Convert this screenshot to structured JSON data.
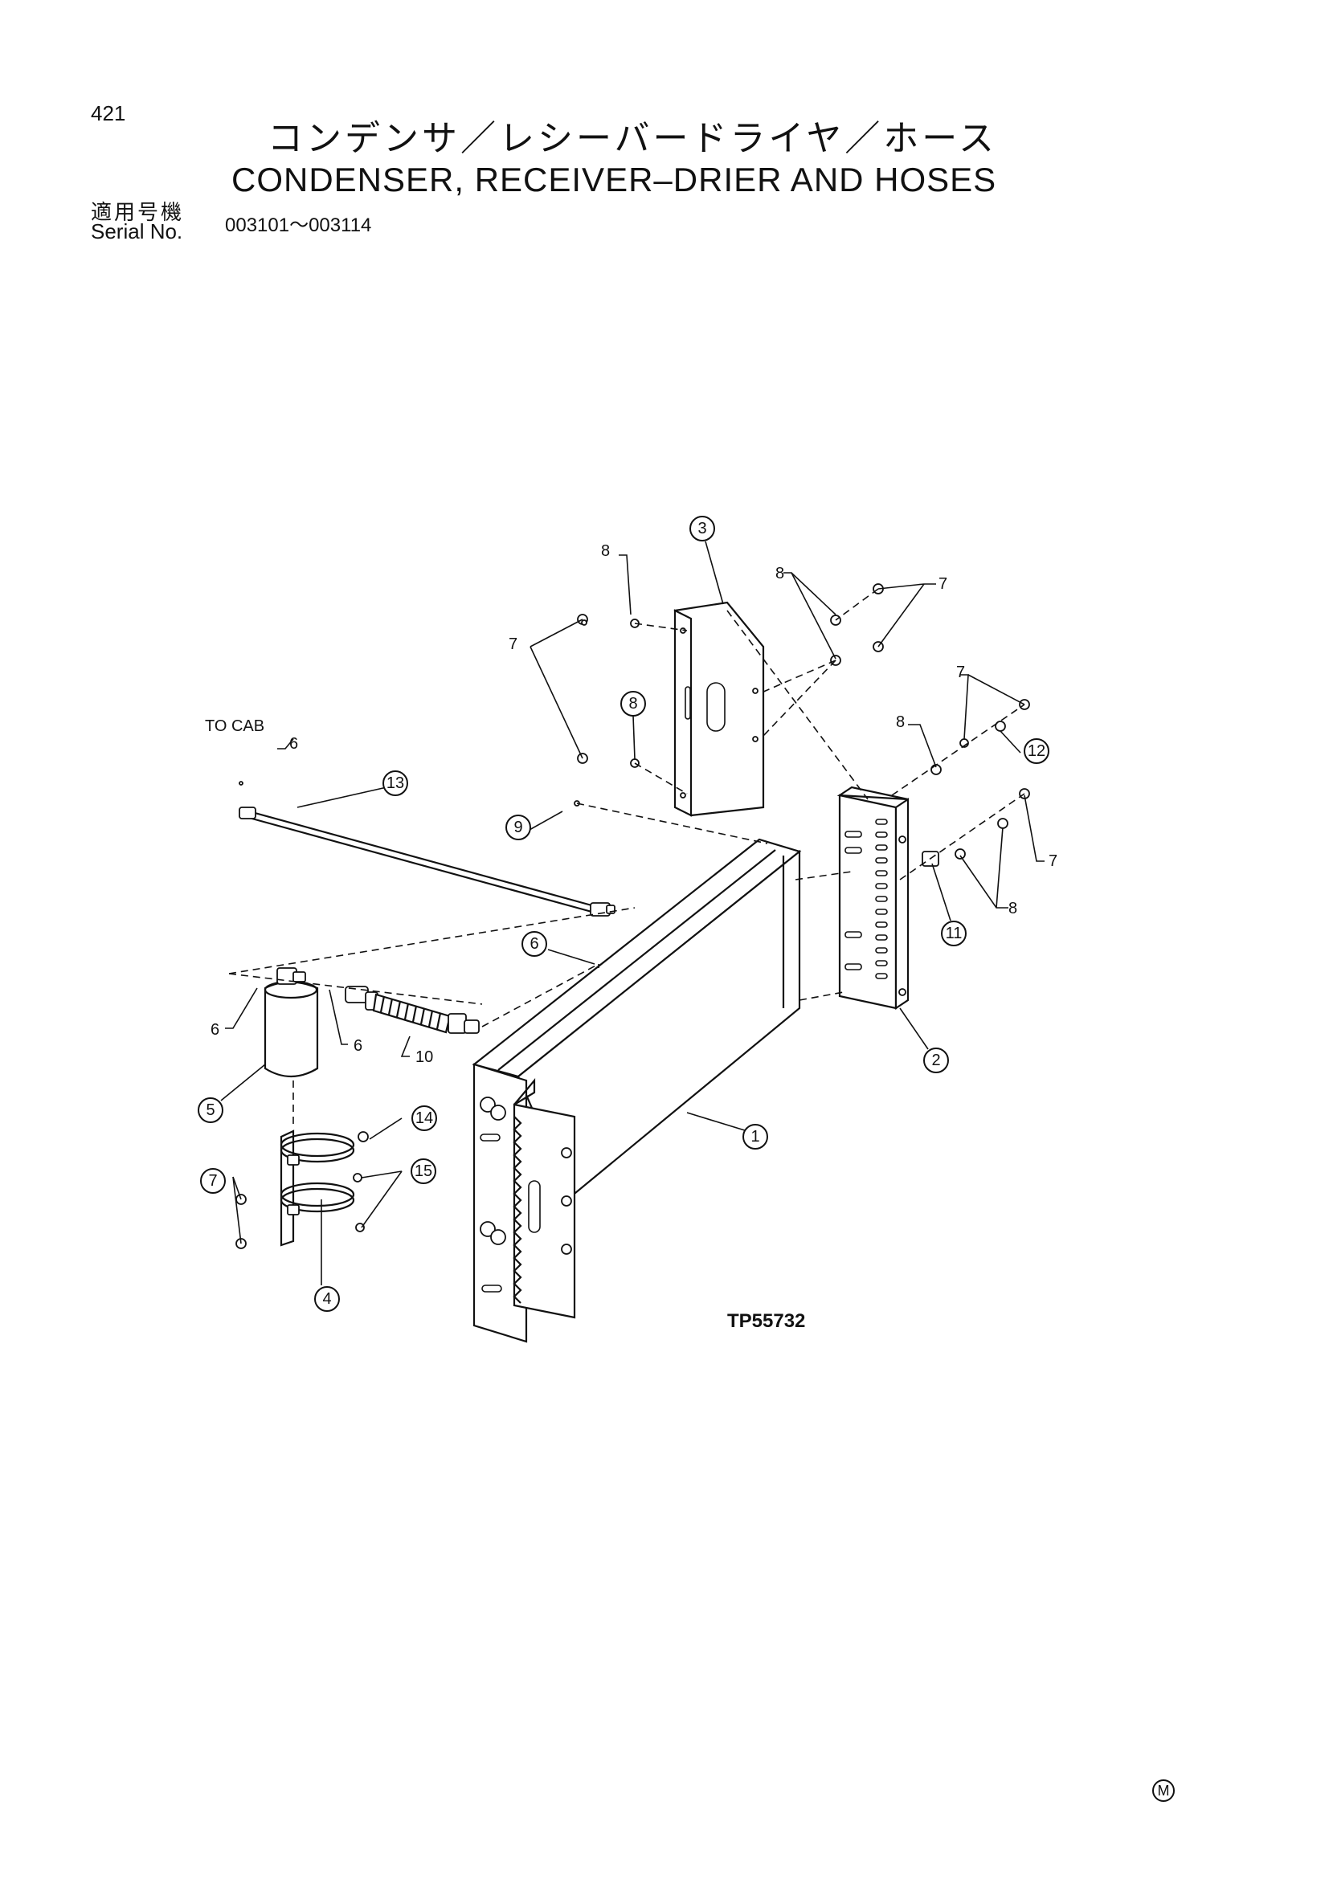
{
  "header": {
    "page_number": "421",
    "title_ja": "コンデンサ／レシーバードライヤ／ホース",
    "title_en": "CONDENSER, RECEIVER–DRIER AND HOSES",
    "serial_label_ja": "適用号機",
    "serial_label_en": "Serial No.",
    "serial_range": "003101～003114"
  },
  "diagram": {
    "callouts": {
      "c1": "1",
      "c2": "2",
      "c3": "3",
      "c4": "4",
      "c5": "5",
      "c6": "6",
      "c7": "7",
      "c8": "8",
      "c9": "9",
      "c11": "11",
      "c12": "12",
      "c13": "13",
      "c14": "14",
      "c15": "15"
    },
    "plain_labels": {
      "to_cab": "TO CAB",
      "l6a": "6",
      "l6b": "6",
      "l6c": "6",
      "l7a": "7",
      "l7b": "7",
      "l7c": "7",
      "l7d": "7",
      "l8a": "8",
      "l8b": "8",
      "l8c": "8",
      "l8d": "8",
      "l10": "10"
    },
    "figure_code": "TP55732"
  },
  "footer": {
    "mark": "M"
  }
}
